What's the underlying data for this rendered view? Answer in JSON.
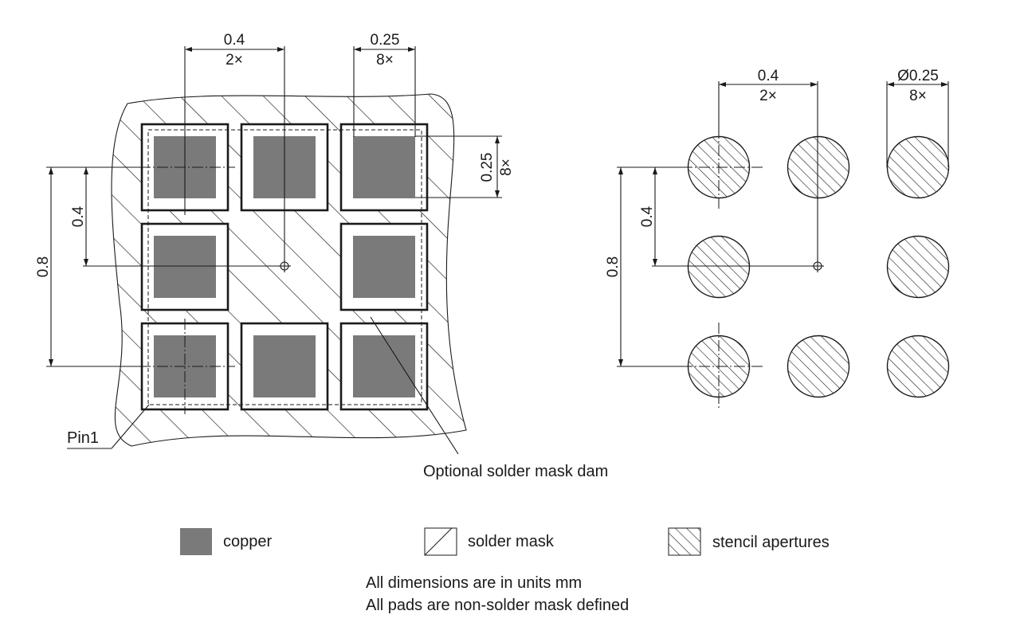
{
  "left_view": {
    "pitch_label": "0.4",
    "pitch_count": "2×",
    "pad_size_label": "0.25",
    "pad_size_count": "8×",
    "side_pad_label": "0.25",
    "side_pad_count": "8×",
    "vertical_pitch_label": "0.4",
    "vertical_span_label": "0.8",
    "pin1_label": "Pin1",
    "dam_label": "Optional solder mask dam"
  },
  "right_view": {
    "pitch_label": "0.4",
    "pitch_count": "2×",
    "diameter_label": "Ø0.25",
    "diameter_count": "8×",
    "vertical_pitch_label": "0.4",
    "vertical_span_label": "0.8"
  },
  "legend": {
    "copper": "copper",
    "solder_mask": "solder mask",
    "stencil": "stencil apertures"
  },
  "notes": {
    "units": "All dimensions are in units mm",
    "pads": "All pads are non-solder mask defined"
  },
  "colors": {
    "copper": "#7a7a7a",
    "line": "#1a1a1a"
  }
}
